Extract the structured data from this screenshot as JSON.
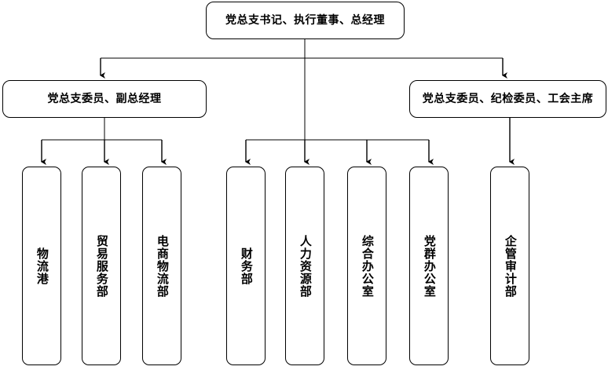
{
  "chart_data": {
    "type": "diagram",
    "title": "",
    "orientation": "top-down",
    "levels": 3,
    "node_count": 11
  },
  "org_chart": {
    "level1": {
      "id": "top",
      "label": "党总支书记、执行董事、总经理"
    },
    "level2": [
      {
        "id": "deputy-gm",
        "label": "党总支委员、副总经理"
      },
      {
        "id": "discipline",
        "label": "党总支委员、纪检委员、工会主席"
      }
    ],
    "level3": [
      {
        "id": "logistics-port",
        "label": "物流港",
        "parent": "deputy-gm"
      },
      {
        "id": "trade-service",
        "label": "贸易服务部",
        "parent": "deputy-gm"
      },
      {
        "id": "ecommerce-logistics",
        "label": "电商物流部",
        "parent": "deputy-gm"
      },
      {
        "id": "finance",
        "label": "财务部",
        "parent": "top"
      },
      {
        "id": "human-resources",
        "label": "人力资源部",
        "parent": "top"
      },
      {
        "id": "general-office",
        "label": "综合办公室",
        "parent": "top"
      },
      {
        "id": "party-mass-office",
        "label": "党群办公室",
        "parent": "top"
      },
      {
        "id": "audit",
        "label": "企管审计部",
        "parent": "discipline"
      }
    ]
  },
  "colors": {
    "line": "#000000",
    "box_border": "#000000",
    "box_fill": "#ffffff",
    "text": "#000000",
    "background": "#ffffff"
  }
}
